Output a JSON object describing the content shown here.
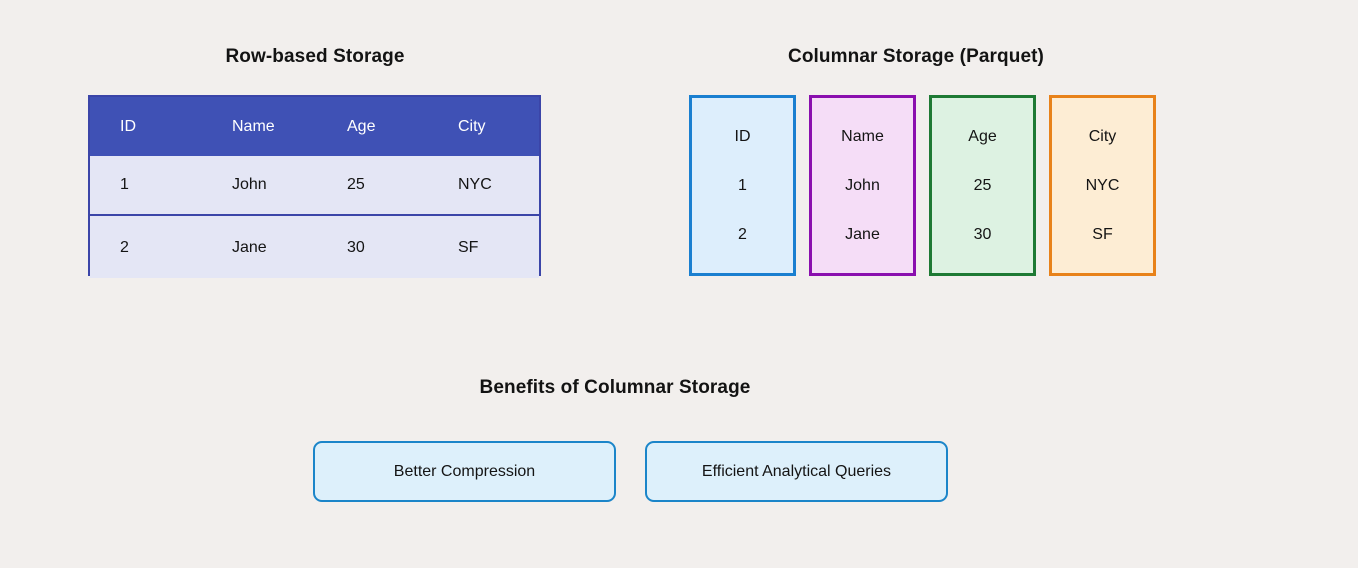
{
  "background_color": "#f2efed",
  "row_storage": {
    "title": "Row-based Storage",
    "header_color": "#3f51b5",
    "row_color": "#e4e6f5",
    "border_color": "#3b45a8",
    "columns": [
      "ID",
      "Name",
      "Age",
      "City"
    ],
    "rows": [
      [
        "1",
        "John",
        "25",
        "NYC"
      ],
      [
        "2",
        "Jane",
        "30",
        "SF"
      ]
    ]
  },
  "columnar_storage": {
    "title": "Columnar Storage (Parquet)",
    "columns": [
      {
        "header": "ID",
        "values": [
          "1",
          "2"
        ],
        "border_color": "#1a7fd0",
        "fill_color": "#ddeefc"
      },
      {
        "header": "Name",
        "values": [
          "John",
          "Jane"
        ],
        "border_color": "#8a0fae",
        "fill_color": "#f5ddf7"
      },
      {
        "header": "Age",
        "values": [
          "25",
          "30"
        ],
        "border_color": "#1e7a34",
        "fill_color": "#ddf2e2"
      },
      {
        "header": "City",
        "values": [
          "NYC",
          "SF"
        ],
        "border_color": "#e8821a",
        "fill_color": "#fdedd4"
      }
    ]
  },
  "benefits": {
    "title": "Benefits of Columnar Storage",
    "pill_border_color": "#1b85c9",
    "pill_fill_color": "#ddf0fb",
    "items": [
      {
        "label": "Better Compression"
      },
      {
        "label": "Efficient Analytical Queries"
      }
    ]
  }
}
